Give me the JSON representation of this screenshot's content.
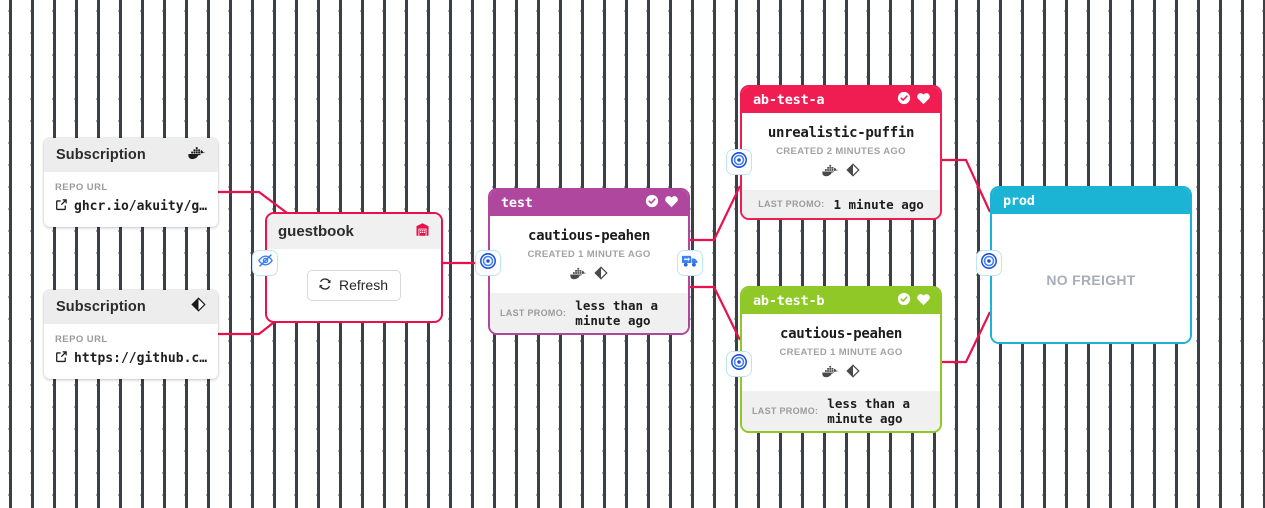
{
  "canvas": {
    "background": "#ffffff",
    "dot_color": "#40444b",
    "edge_color": "#e8114b"
  },
  "subscriptions": [
    {
      "title": "Subscription",
      "icon": "docker-icon",
      "field_label": "REPO URL",
      "url": "ghcr.io/akuity/g…",
      "link_icon": "external-link-icon"
    },
    {
      "title": "Subscription",
      "icon": "git-icon",
      "field_label": "REPO URL",
      "url": "https://github.c…",
      "link_icon": "external-link-icon"
    }
  ],
  "warehouse": {
    "title": "guestbook",
    "icon": "warehouse-icon",
    "icon_color": "#e8114b",
    "refresh_label": "Refresh",
    "refresh_icon": "refresh-icon",
    "border_color": "#e8114b"
  },
  "stages": [
    {
      "key": "test",
      "name": "test",
      "color": "#b0479f",
      "header_icons": [
        "check-circle-icon",
        "heart-icon"
      ],
      "freight_name": "cautious-peahen",
      "created": "CREATED 1 MINUTE AGO",
      "freight_icons": [
        "docker-icon",
        "git-icon"
      ],
      "footer_label": "LAST PROMO:",
      "footer_value": "less than a minute ago",
      "footer_centered": false,
      "no_freight": null
    },
    {
      "key": "ab-test-a",
      "name": "ab-test-a",
      "color": "#f01d52",
      "header_icons": [
        "check-circle-icon",
        "heart-icon"
      ],
      "freight_name": "unrealistic-puffin",
      "created": "CREATED 2 MINUTES AGO",
      "freight_icons": [
        "docker-icon",
        "git-icon"
      ],
      "footer_label": "LAST PROMO:",
      "footer_value": "1 minute ago",
      "footer_centered": true,
      "no_freight": null
    },
    {
      "key": "ab-test-b",
      "name": "ab-test-b",
      "color": "#8fc827",
      "header_icons": [
        "check-circle-icon",
        "heart-icon"
      ],
      "freight_name": "cautious-peahen",
      "created": "CREATED 1 MINUTE AGO",
      "freight_icons": [
        "docker-icon",
        "git-icon"
      ],
      "footer_label": "LAST PROMO:",
      "footer_value": "less than a minute ago",
      "footer_centered": false,
      "no_freight": null
    },
    {
      "key": "prod",
      "name": "prod",
      "color": "#1cb4d4",
      "header_icons": [],
      "freight_name": null,
      "created": null,
      "freight_icons": [],
      "footer_label": null,
      "footer_value": null,
      "footer_centered": false,
      "no_freight": "NO FREIGHT"
    }
  ],
  "edge_buttons": [
    {
      "name": "hide-warehouse-button",
      "icon": "eye-off-icon"
    },
    {
      "name": "subscribe-test-button",
      "icon": "target-icon"
    },
    {
      "name": "promote-test-button",
      "icon": "truck-icon"
    },
    {
      "name": "subscribe-ab-test-a-button",
      "icon": "target-icon"
    },
    {
      "name": "subscribe-ab-test-b-button",
      "icon": "target-icon"
    },
    {
      "name": "subscribe-prod-button",
      "icon": "target-icon"
    }
  ]
}
